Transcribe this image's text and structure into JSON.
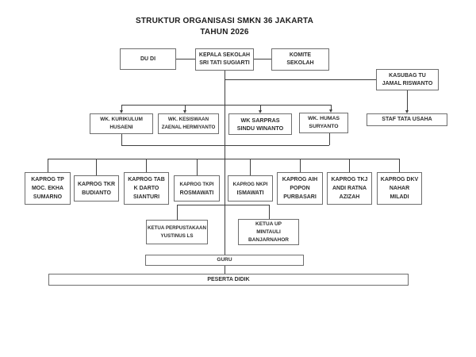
{
  "title": {
    "line1": "STRUKTUR ORGANISASI SMKN 36 JAKARTA",
    "line2": "TAHUN 2026"
  },
  "boxes": {
    "dudi": {
      "lines": [
        "DU DI"
      ]
    },
    "kepala": {
      "lines": [
        "KEPALA SEKOLAH",
        "SRI TATI SUGIARTI"
      ]
    },
    "komite": {
      "lines": [
        "KOMITE",
        "SEKOLAH"
      ]
    },
    "kasubag": {
      "lines": [
        "KASUBAG TU",
        "JAMAL RISWANTO"
      ]
    },
    "staf": {
      "lines": [
        "STAF TATA USAHA"
      ]
    },
    "wk_kurikulum": {
      "lines": [
        "WK. KURIKULUM",
        "HUSAENI"
      ]
    },
    "wk_kesiswaan": {
      "lines": [
        "WK. KESISWAAN",
        "ZAENAL HERMIYANTO"
      ]
    },
    "wk_sarpras": {
      "lines": [
        "WK SARPRAS",
        "SINDU WINANTO"
      ]
    },
    "wk_humas": {
      "lines": [
        "WK. HUMAS",
        "SURYANTO"
      ]
    },
    "kaprog_tp": {
      "lines": [
        "KAPROG TP",
        "MOC. EKHA",
        "SUMARNO"
      ]
    },
    "kaprog_tkr": {
      "lines": [
        "KAPROG TKR",
        "BUDIANTO"
      ]
    },
    "kaprog_tab": {
      "lines": [
        "KAPROG TAB",
        "K DARTO",
        "SIANTURI"
      ]
    },
    "kaprog_tkpi": {
      "lines": [
        "KAPROG TKPI",
        "ROSMAWATI"
      ]
    },
    "kaprog_nkpi": {
      "lines": [
        "KAPROG NKPI",
        "ISMAWATI"
      ]
    },
    "kaprog_aih": {
      "lines": [
        "KAPROG AIH",
        "POPON",
        "PURBASARI"
      ]
    },
    "kaprog_tkj": {
      "lines": [
        "KAPROG TKJ",
        "ANDI RATNA",
        "AZIZAH"
      ]
    },
    "kaprog_dkv": {
      "lines": [
        "KAPROG DKV",
        "NAHAR",
        "MILADI"
      ]
    },
    "ketua_perpus": {
      "lines": [
        "KETUA PERPUSTAKAAN",
        "YUSTINUS LS"
      ]
    },
    "ketua_up": {
      "lines": [
        "KETUA UP",
        "MINTAULI",
        "BANJARNAHOR"
      ]
    },
    "guru": {
      "lines": [
        "GURU"
      ]
    },
    "peserta": {
      "lines": [
        "PESERTA DIDIK"
      ]
    }
  },
  "relations": [
    {
      "from": "KEPALA SEKOLAH",
      "to": "DU DI",
      "type": "line"
    },
    {
      "from": "KEPALA SEKOLAH",
      "to": "KOMITE SEKOLAH",
      "type": "line"
    },
    {
      "from": "KEPALA SEKOLAH",
      "to": "KASUBAG TU",
      "type": "line"
    },
    {
      "from": "KASUBAG TU",
      "to": "STAF TATA USAHA",
      "type": "arrow"
    },
    {
      "from": "KEPALA SEKOLAH",
      "to": "WK. KURIKULUM",
      "type": "arrow"
    },
    {
      "from": "KEPALA SEKOLAH",
      "to": "WK. KESISWAAN",
      "type": "arrow"
    },
    {
      "from": "KEPALA SEKOLAH",
      "to": "WK SARPRAS",
      "type": "arrow"
    },
    {
      "from": "KEPALA SEKOLAH",
      "to": "WK. HUMAS",
      "type": "arrow"
    },
    {
      "from": "WK group",
      "to": "KAPROG TP / TKR / TAB / TKPI / NKPI / AIH / TKJ / DKV",
      "type": "line"
    },
    {
      "from": "WK group",
      "to": "KETUA PERPUSTAKAAN",
      "type": "line"
    },
    {
      "from": "WK group",
      "to": "KETUA UP",
      "type": "line"
    },
    {
      "from": "WK group",
      "to": "GURU",
      "type": "line"
    },
    {
      "from": "GURU",
      "to": "PESERTA DIDIK",
      "type": "line"
    }
  ],
  "colors": {
    "background": "#ffffff",
    "box_border": "#6e6e6e",
    "connector": "#3f3f3f",
    "text": "#2d2d2d",
    "title_text": "#1c1c1c"
  }
}
